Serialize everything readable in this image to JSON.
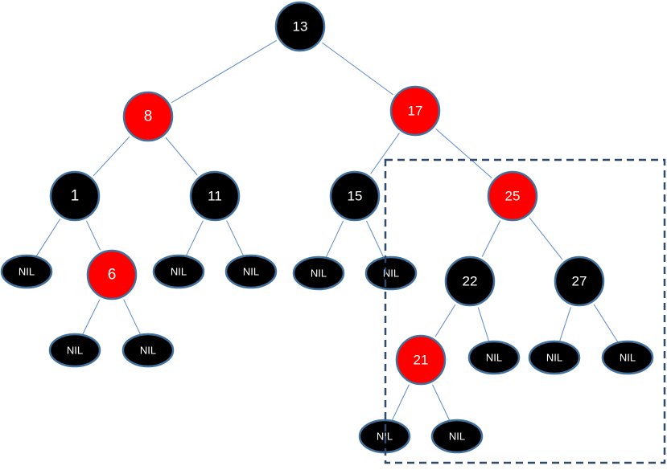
{
  "colors": {
    "black_node": "#000000",
    "red_node": "#ff0000",
    "node_stroke": "#41719c",
    "edge": "#5b8ac8",
    "box": "#2f4a6e",
    "text": "#ffffff"
  },
  "nodes": [
    {
      "id": "n13",
      "label": "13",
      "color": "black",
      "kind": "node"
    },
    {
      "id": "n8",
      "label": "8",
      "color": "red",
      "kind": "node"
    },
    {
      "id": "n17",
      "label": "17",
      "color": "red",
      "kind": "node"
    },
    {
      "id": "n1",
      "label": "1",
      "color": "black",
      "kind": "node"
    },
    {
      "id": "n11",
      "label": "11",
      "color": "black",
      "kind": "node"
    },
    {
      "id": "n15",
      "label": "15",
      "color": "black",
      "kind": "node"
    },
    {
      "id": "n25",
      "label": "25",
      "color": "red",
      "kind": "node"
    },
    {
      "id": "n6",
      "label": "6",
      "color": "red",
      "kind": "node"
    },
    {
      "id": "n22",
      "label": "22",
      "color": "black",
      "kind": "node"
    },
    {
      "id": "n27",
      "label": "27",
      "color": "black",
      "kind": "node"
    },
    {
      "id": "n21",
      "label": "21",
      "color": "red",
      "kind": "node"
    },
    {
      "id": "nil1",
      "label": "NIL",
      "color": "black",
      "kind": "nil"
    },
    {
      "id": "nil2",
      "label": "NIL",
      "color": "black",
      "kind": "nil"
    },
    {
      "id": "nil3",
      "label": "NIL",
      "color": "black",
      "kind": "nil"
    },
    {
      "id": "nil4",
      "label": "NIL",
      "color": "black",
      "kind": "nil"
    },
    {
      "id": "nil5",
      "label": "NIL",
      "color": "black",
      "kind": "nil"
    },
    {
      "id": "nil6",
      "label": "NIL",
      "color": "black",
      "kind": "nil"
    },
    {
      "id": "nil7",
      "label": "NIL",
      "color": "black",
      "kind": "nil"
    },
    {
      "id": "nil8",
      "label": "NIL",
      "color": "black",
      "kind": "nil"
    },
    {
      "id": "nil9",
      "label": "NIL",
      "color": "black",
      "kind": "nil"
    },
    {
      "id": "nil10",
      "label": "NIL",
      "color": "black",
      "kind": "nil"
    },
    {
      "id": "nil11",
      "label": "NIL",
      "color": "black",
      "kind": "nil"
    },
    {
      "id": "nil12",
      "label": "NIL",
      "color": "black",
      "kind": "nil"
    }
  ],
  "edges": [
    [
      "n13",
      "n8"
    ],
    [
      "n13",
      "n17"
    ],
    [
      "n8",
      "n1"
    ],
    [
      "n8",
      "n11"
    ],
    [
      "n17",
      "n15"
    ],
    [
      "n17",
      "n25"
    ],
    [
      "n1",
      "nil1"
    ],
    [
      "n1",
      "n6"
    ],
    [
      "n6",
      "nil2"
    ],
    [
      "n6",
      "nil3"
    ],
    [
      "n11",
      "nil4"
    ],
    [
      "n11",
      "nil5"
    ],
    [
      "n15",
      "nil6"
    ],
    [
      "n15",
      "nil7"
    ],
    [
      "n25",
      "n22"
    ],
    [
      "n25",
      "n27"
    ],
    [
      "n22",
      "n21"
    ],
    [
      "n22",
      "nil8"
    ],
    [
      "n21",
      "nil11"
    ],
    [
      "n21",
      "nil12"
    ],
    [
      "n27",
      "nil9"
    ],
    [
      "n27",
      "nil10"
    ]
  ]
}
